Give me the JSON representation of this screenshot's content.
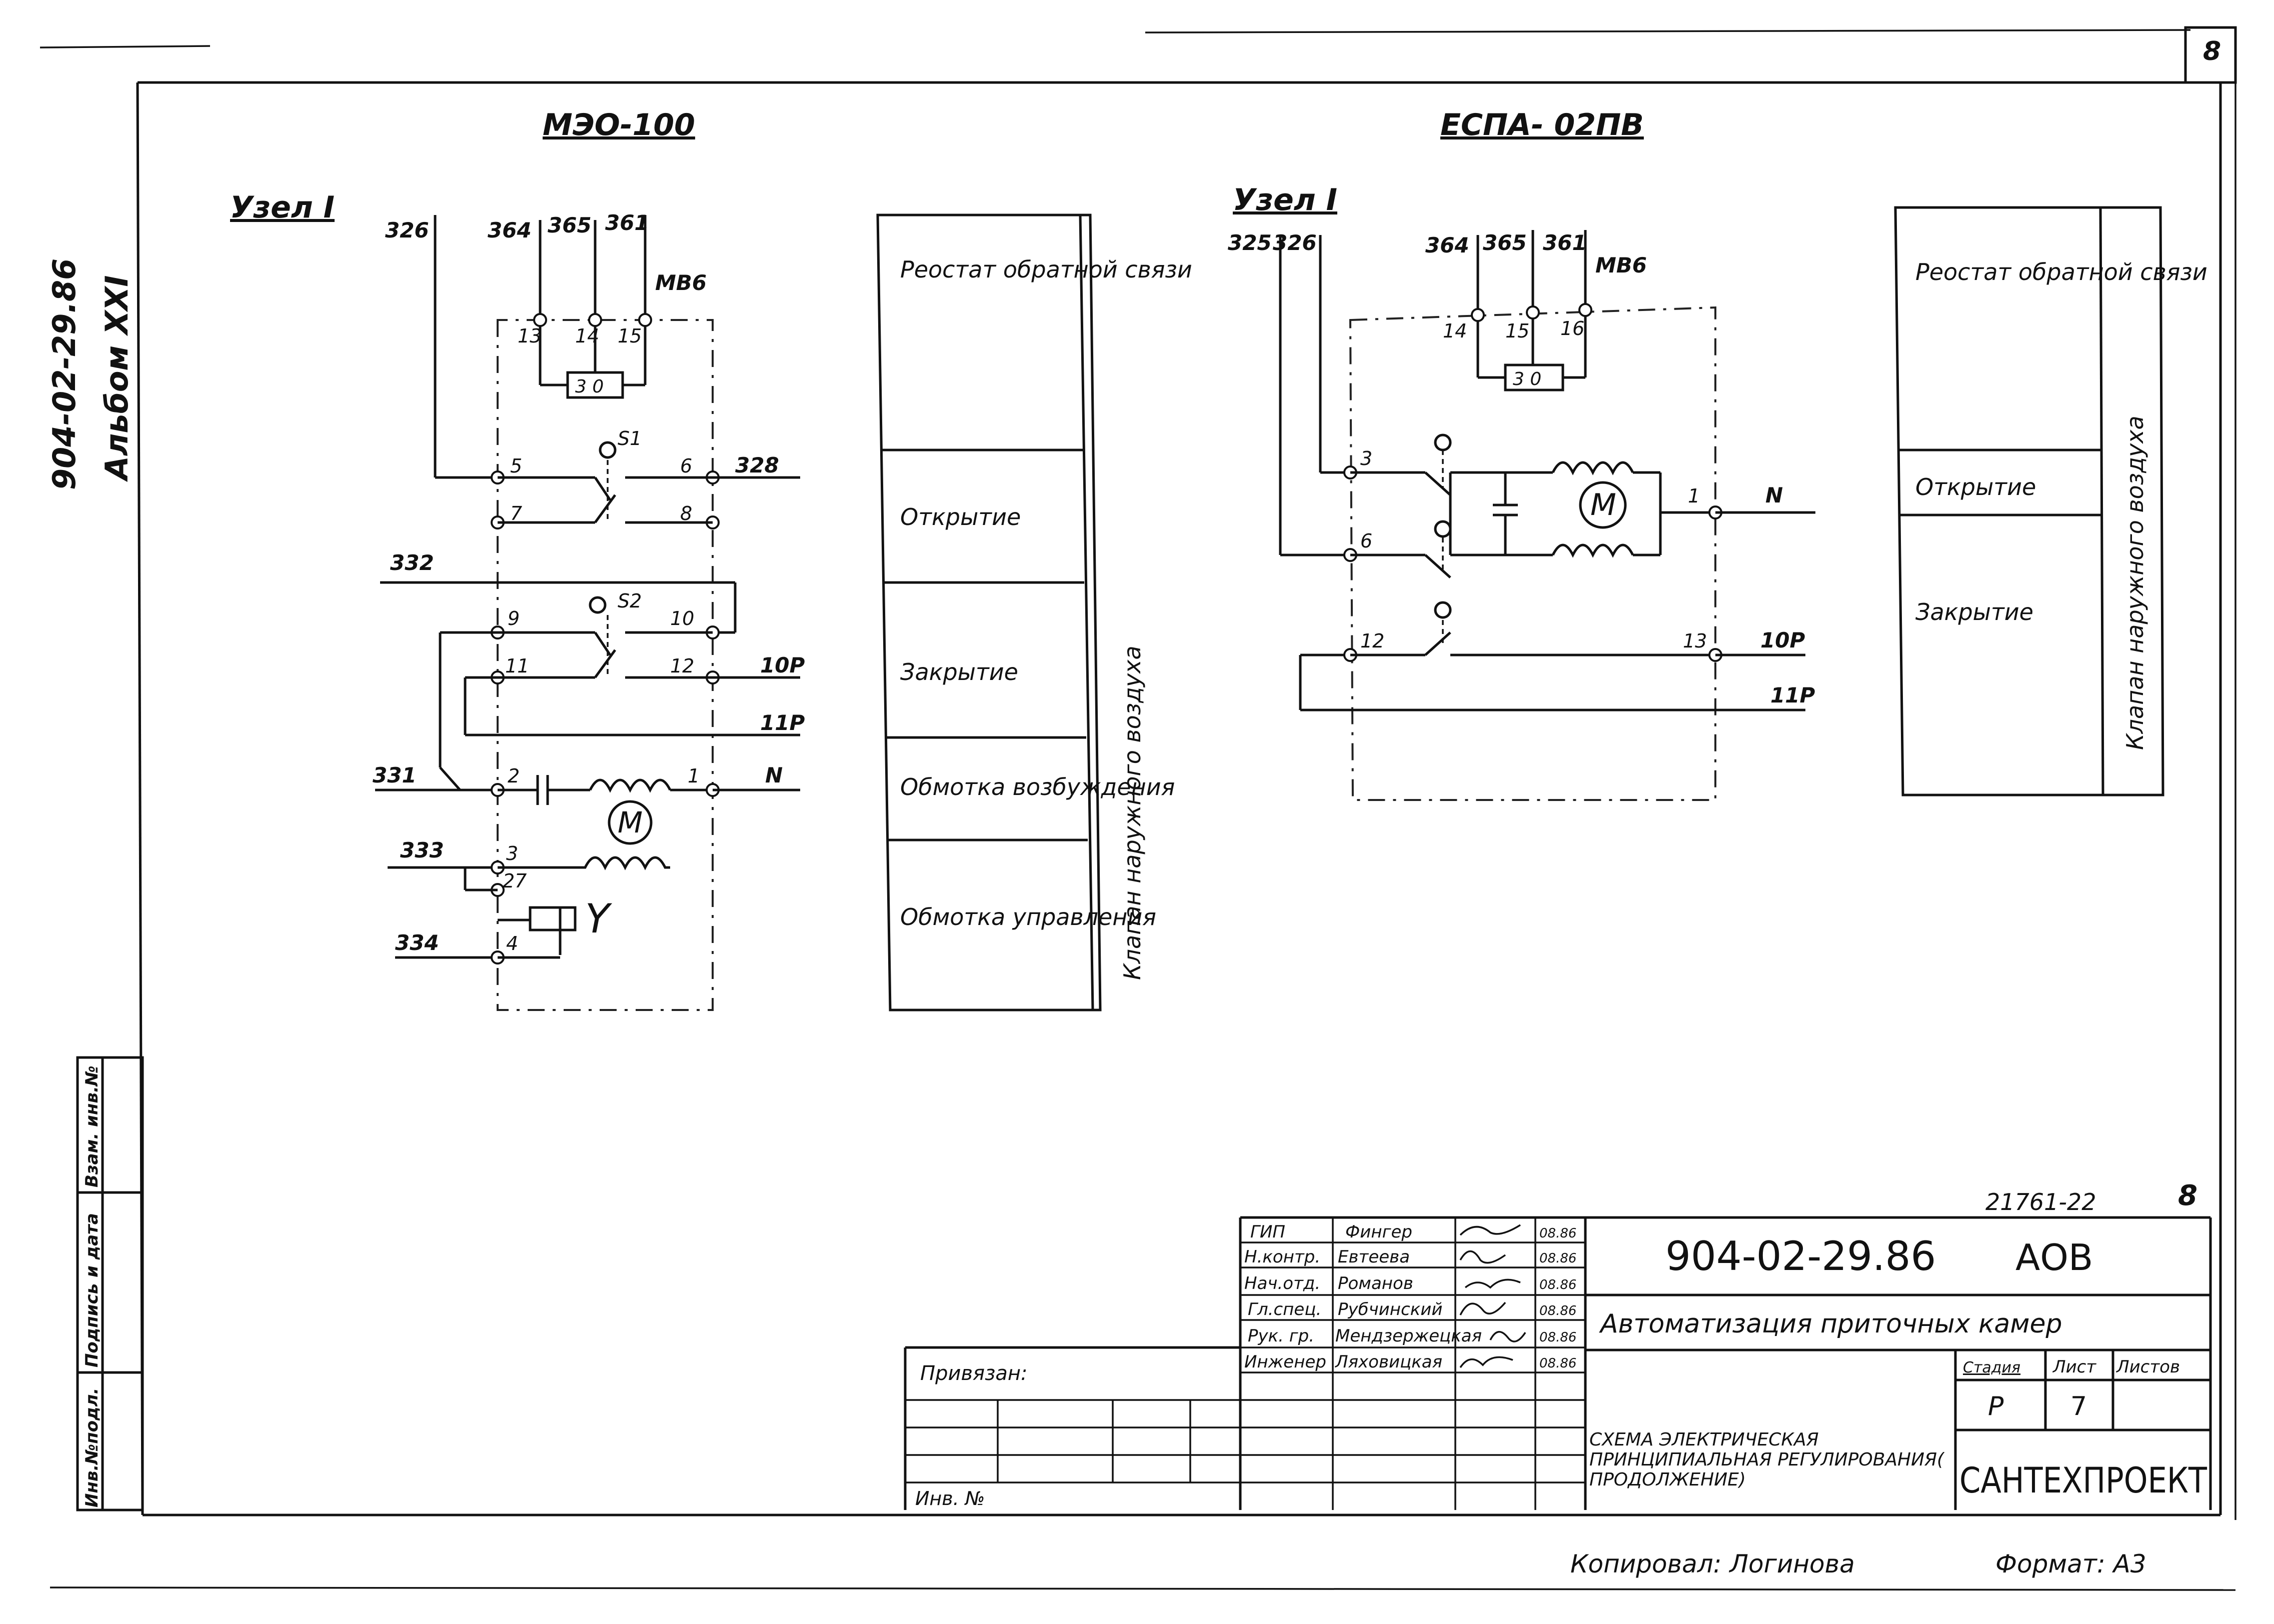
{
  "sheet_number": "8",
  "album": {
    "code": "904-02-29.86",
    "label": "Альбом XXI"
  },
  "left_strip": [
    "Инв.№подл.",
    "Подпись и дата",
    "Взам. инв.№"
  ],
  "meo": {
    "title": "МЭО-100",
    "node_label": "Узел I",
    "wire_top": [
      "326",
      "364",
      "365",
      "361",
      "МВ6"
    ],
    "terminals": [
      "13",
      "14",
      "15",
      "5",
      "6",
      "7",
      "8",
      "9",
      "10",
      "11",
      "12",
      "2",
      "1",
      "3",
      "27",
      "4"
    ],
    "wires": [
      "328",
      "332",
      "10Р",
      "11Р",
      "331",
      "N",
      "333",
      "334"
    ],
    "switches": [
      "S1",
      "S2"
    ],
    "pot_label": "3 0",
    "motor": "M",
    "brake": "Y"
  },
  "espa": {
    "title": "ЕСПА- 02ПВ",
    "node_label": "Узел I",
    "wire_top": [
      "325",
      "326",
      "364",
      "365",
      "361",
      "МВ6"
    ],
    "terminals": [
      "14",
      "15",
      "16",
      "3",
      "6",
      "1",
      "12",
      "13"
    ],
    "wires": [
      "N",
      "10Р",
      "11Р"
    ],
    "pot_label": "3 0",
    "motor": "M"
  },
  "legend_left": {
    "rows": [
      "Реостат обратной связи",
      "Открытие",
      "Закрытие",
      "Обмотка возбуждения",
      "Обмотка управления"
    ],
    "side": "Клапан наружного воздуха"
  },
  "legend_right": {
    "rows": [
      "Реостат обратной связи",
      "Открытие",
      "Закрытие"
    ],
    "side": "Клапан наружного воздуха"
  },
  "title_block": {
    "archive_no": "21761-22",
    "archive_sheet": "8",
    "signers": [
      {
        "role": "ГИП",
        "name": "Фингер",
        "date": "08.86"
      },
      {
        "role": "Н.контр.",
        "name": "Евтеева",
        "date": "08.86"
      },
      {
        "role": "Нач.отд.",
        "name": "Романов",
        "date": "08.86"
      },
      {
        "role": "Гл.спец.",
        "name": "Рубчинский",
        "date": "08.86"
      },
      {
        "role": "Рук. гр.",
        "name": "Мендзержецкая",
        "date": "08.86"
      },
      {
        "role": "Инженер",
        "name": "Ляховицкая",
        "date": "08.86"
      }
    ],
    "doc_code": "904-02-29.86",
    "doc_mark": "АОВ",
    "project_title": "Автоматизация приточных камер",
    "sheet_title": "Схема электрическая принципиальная регулирования( продолжение)",
    "stage_label": "Стадия",
    "sheet_label": "Лист",
    "sheets_label": "Листов",
    "stage": "Р",
    "sheet": "7",
    "sheets": "",
    "org": "САНТЕХПРОЕКТ",
    "bound_label": "Привязан:",
    "inv_label": "Инв. №"
  },
  "footer": {
    "copied": "Копировал: Логинова",
    "format": "Формат: А3"
  }
}
